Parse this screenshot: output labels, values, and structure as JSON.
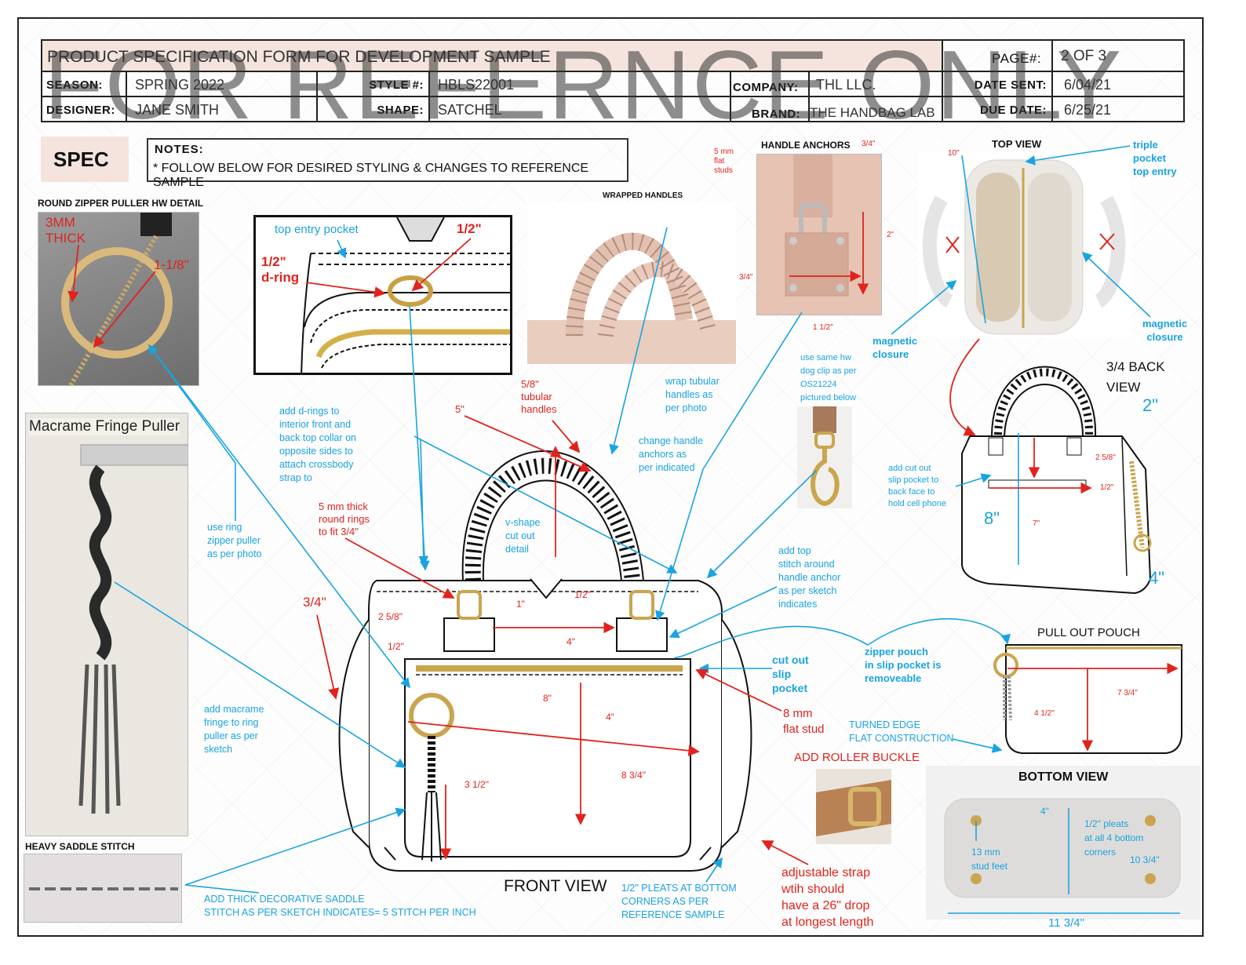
{
  "header": {
    "form_title": "PRODUCT SPECIFICATION FORM FOR DEVELOPMENT SAMPLE",
    "page_label": "PAGE#:",
    "page_value": "2 OF 3",
    "season_label": "SEASON:",
    "season_value": "SPRING 2022",
    "style_label": "STYLE #:",
    "style_value": "HBLS22001",
    "company_label": "COMPANY:",
    "company_value": "THL LLC.",
    "date_sent_label": "DATE SENT:",
    "date_sent_value": "6/04/21",
    "designer_label": "DESIGNER:",
    "designer_value": "JANE SMITH",
    "shape_label": "SHAPE:",
    "shape_value": "SATCHEL",
    "brand_label": "BRAND:",
    "brand_value": "THE HANDBAG LAB",
    "due_date_label": "DUE DATE:",
    "due_date_value": "6/25/21"
  },
  "watermark": "FOR REFERNCE ONLY",
  "spec_label": "SPEC",
  "notes": {
    "title": "NOTES:",
    "text": "* FOLLOW BELOW FOR DESIRED STYLING & CHANGES TO REFERENCE SAMPLE"
  },
  "sections": {
    "round_zipper": "ROUND ZIPPER PULLER HW DETAIL",
    "macrame": "Macrame Fringe Puller",
    "saddle_stitch": "HEAVY SADDLE STITCH",
    "wrapped_handles": "WRAPPED HANDLES",
    "handle_anchors": "HANDLE ANCHORS",
    "top_view": "TOP VIEW",
    "back_view_line1": "3/4 BACK",
    "back_view_line2": "VIEW",
    "pull_out_pouch": "PULL OUT POUCH",
    "bottom_view": "BOTTOM VIEW",
    "front_view": "FRONT VIEW"
  },
  "red_notes": {
    "thick_line1": "3MM",
    "thick_line2": "THICK",
    "ring_size": "1-1/8\"",
    "d_ring_half": "1/2\"",
    "d_ring_line1": "1/2\"",
    "d_ring_line2": "d-ring",
    "handle_5": "5\"",
    "tubular_line1": "5/8\"",
    "tubular_line2": "tubular",
    "tubular_line3": "handles",
    "rings_line1": "5 mm thick",
    "rings_line2": "round rings",
    "rings_line3": "to fit 3/4\"",
    "side_34": "3/4\"",
    "height_258": "2 5/8\"",
    "half_pocket": "1/2\"",
    "one": "1\"",
    "v_half": "1/2\"",
    "width_4": "4\"",
    "zip_8": "8\"",
    "drop_4": "4\"",
    "w_834": "8 3/4\"",
    "fringe_312": "3 1/2\"",
    "stud_line1": "8 mm",
    "stud_line2": "flat stud",
    "roller_buckle": "ADD ROLLER BUCKLE",
    "strap_line1": "adjustable strap",
    "strap_line2": "wtih should",
    "strap_line3": "have a 26\" drop",
    "strap_line4": "at longest length",
    "ha_5mm_1": "5 mm",
    "ha_5mm_2": "flat",
    "ha_5mm_3": "studs",
    "ha_34_top": "3/4\"",
    "ha_2": "2\"",
    "ha_34_left": "3/4\"",
    "ha_112": "1 1/2\"",
    "top_10": "10\"",
    "bv_258": "2 5/8\"",
    "bv_half": "1/2\"",
    "bv_7": "7\"",
    "pp_734": "7 3/4\"",
    "pp_412": "4 1/2\""
  },
  "blue_notes": {
    "top_entry_pocket": "top entry pocket",
    "use_ring": [
      "use ring",
      "zipper puller",
      "as per photo"
    ],
    "add_drings": [
      "add d-rings to",
      "interior front and",
      "back top collar on",
      "opposite sides to",
      "attach crossbody",
      "strap to"
    ],
    "vshape": [
      "v-shape",
      "cut out",
      "detail"
    ],
    "wrap_tubular": [
      "wrap tubular",
      "handles as",
      "per photo"
    ],
    "change_handle": [
      "change handle",
      "anchors as",
      "per indicated"
    ],
    "dog_clip": [
      "use same hw",
      "dog clip as per",
      "OS21224",
      "pictured below"
    ],
    "add_top_stitch": [
      "add top",
      "stitch around",
      "handle anchor",
      "as per sketch",
      "indicates"
    ],
    "cut_out_slip": [
      "cut out",
      "slip",
      "pocket"
    ],
    "add_macrame": [
      "add macrame",
      "fringe to ring",
      "puller as per",
      "sketch"
    ],
    "zipper_pouch": [
      "zipper pouch",
      "in slip pocket is",
      "removeable"
    ],
    "turned_edge": [
      "TURNED EDGE",
      "FLAT CONSTRUCTION"
    ],
    "saddle": [
      "ADD THICK DECORATIVE SADDLE",
      "STITCH AS PER SKETCH INDICATES= 5 STITCH PER INCH"
    ],
    "pleats_front": [
      "1/2\" PLEATS AT BOTTOM",
      "CORNERS AS PER",
      "REFERENCE SAMPLE"
    ],
    "triple_pocket": [
      "triple",
      "pocket",
      "top entry"
    ],
    "magnetic_left": [
      "magnetic",
      "closure"
    ],
    "magnetic_right": [
      "magnetic",
      "closure"
    ],
    "slip_pocket_back": [
      "add cut out",
      "slip pocket to",
      "back face to",
      "hold cell phone"
    ],
    "bv_2": "2\"",
    "bv_8": "8\"",
    "bv_4": "4\"",
    "bottom_13mm": [
      "13 mm",
      "stud feet"
    ],
    "bottom_4": "4\"",
    "bottom_pleats": [
      "1/2\" pleats",
      "at all 4 bottom",
      "corners"
    ],
    "bottom_1034": "10 3/4\"",
    "bottom_1134": "11 3/4\""
  },
  "colors": {
    "blue": "#1aa3e0",
    "red": "#e0231d",
    "header_fill": "#f5e4de",
    "leather": "#e6c3b3"
  }
}
